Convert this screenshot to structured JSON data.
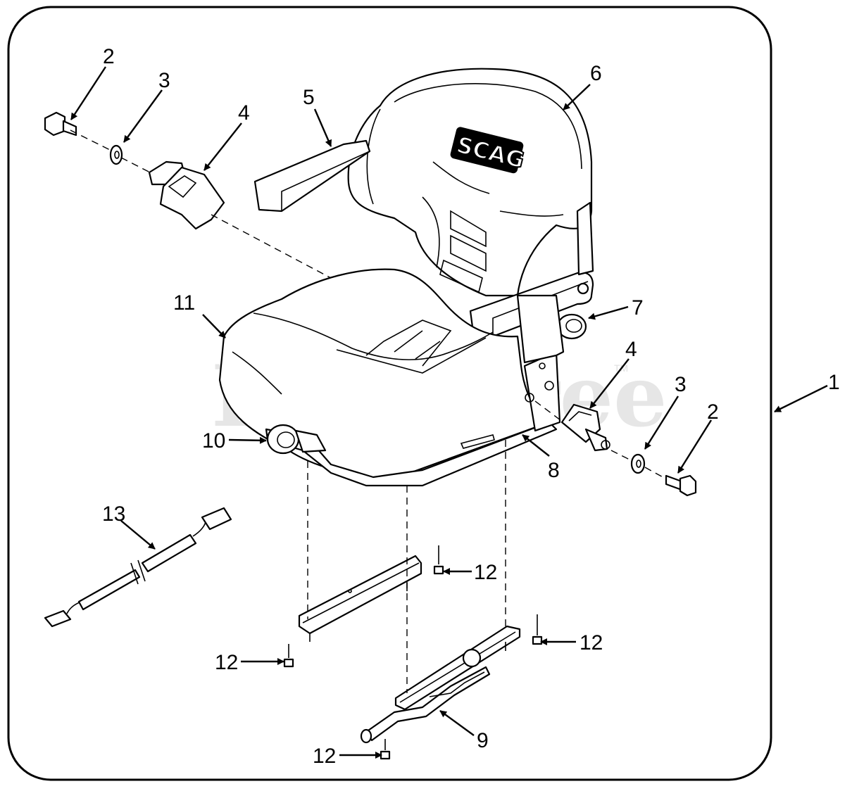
{
  "watermark": {
    "text": "PartsTree",
    "trademark": "TM"
  },
  "logo": {
    "text": "SCAG"
  },
  "callouts": [
    {
      "id": "c1",
      "label": "1"
    },
    {
      "id": "c2a",
      "label": "2"
    },
    {
      "id": "c2b",
      "label": "2"
    },
    {
      "id": "c3a",
      "label": "3"
    },
    {
      "id": "c3b",
      "label": "3"
    },
    {
      "id": "c4a",
      "label": "4"
    },
    {
      "id": "c4b",
      "label": "4"
    },
    {
      "id": "c5",
      "label": "5"
    },
    {
      "id": "c6",
      "label": "6"
    },
    {
      "id": "c7",
      "label": "7"
    },
    {
      "id": "c8",
      "label": "8"
    },
    {
      "id": "c9",
      "label": "9"
    },
    {
      "id": "c10",
      "label": "10"
    },
    {
      "id": "c11",
      "label": "11"
    },
    {
      "id": "c12a",
      "label": "12"
    },
    {
      "id": "c12b",
      "label": "12"
    },
    {
      "id": "c12c",
      "label": "12"
    },
    {
      "id": "c12d",
      "label": "12"
    },
    {
      "id": "c13",
      "label": "13"
    }
  ]
}
